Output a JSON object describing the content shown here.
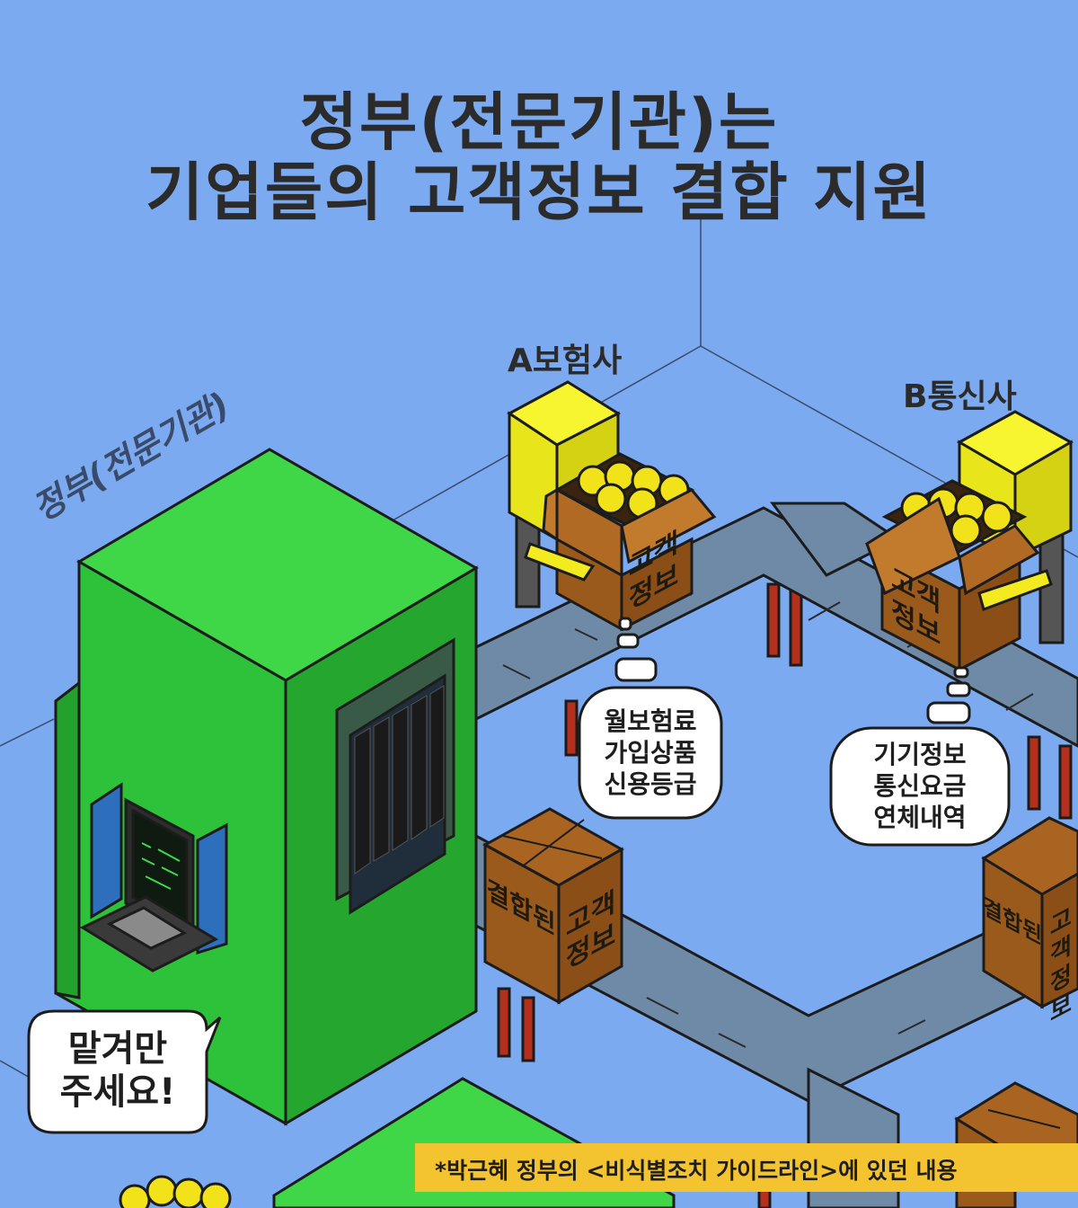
{
  "title": {
    "line1": "정부(전문기관)는",
    "line2": "기업들의 고객정보 결합 지원"
  },
  "labels": {
    "government": "정부(전문기관)",
    "company_a": "A보험사",
    "company_b": "B통신사"
  },
  "bubbles": {
    "a_data": [
      "월보험료",
      "가입상품",
      "신용등급"
    ],
    "b_data": [
      "기기정보",
      "통신요금",
      "연체내역"
    ],
    "speech": [
      "맡겨만",
      "주세요!"
    ]
  },
  "boxes": {
    "customer_info": [
      "고객",
      "정보"
    ],
    "combined_prefix": "결합된",
    "combined_info": [
      "고객",
      "정보"
    ]
  },
  "footnote": "*박근혜 정부의 <비식별조치 가이드라인>에 있던 내용",
  "colors": {
    "background": "#7baaf0",
    "machine_green": "#2ec23a",
    "conveyor": "#6f8aa6",
    "box_brown": "#9a5a1c",
    "robot_yellow": "#f2f01e",
    "note_yellow": "#f4c430"
  }
}
